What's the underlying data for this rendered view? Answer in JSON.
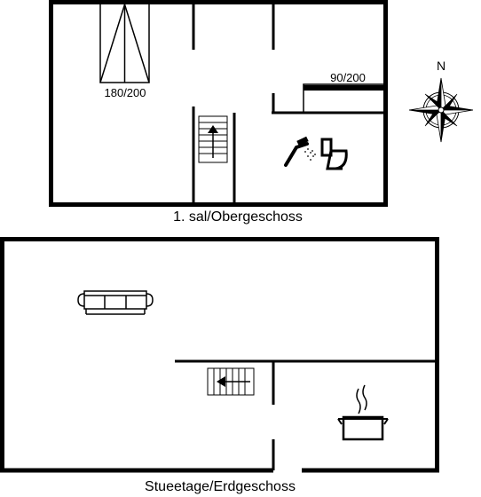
{
  "floors": {
    "upper": {
      "label": "1. sal/Obergeschoss",
      "beds": [
        {
          "label": "180/200"
        },
        {
          "label": "90/200"
        }
      ]
    },
    "ground": {
      "label": "Stueetage/Erdgeschoss"
    }
  },
  "compass": {
    "north_label": "N"
  },
  "icons": {
    "bed_double": "double-bed-icon",
    "bed_single": "single-bed-icon",
    "stairs_up": "stairs-up-icon",
    "stairs_down": "stairs-left-icon",
    "shower": "shower-icon",
    "toilet": "toilet-icon",
    "sofa": "sofa-icon",
    "cooking_pot": "cooking-pot-icon",
    "compass": "compass-rose-icon"
  },
  "colors": {
    "line": "#000000",
    "background": "#ffffff"
  }
}
